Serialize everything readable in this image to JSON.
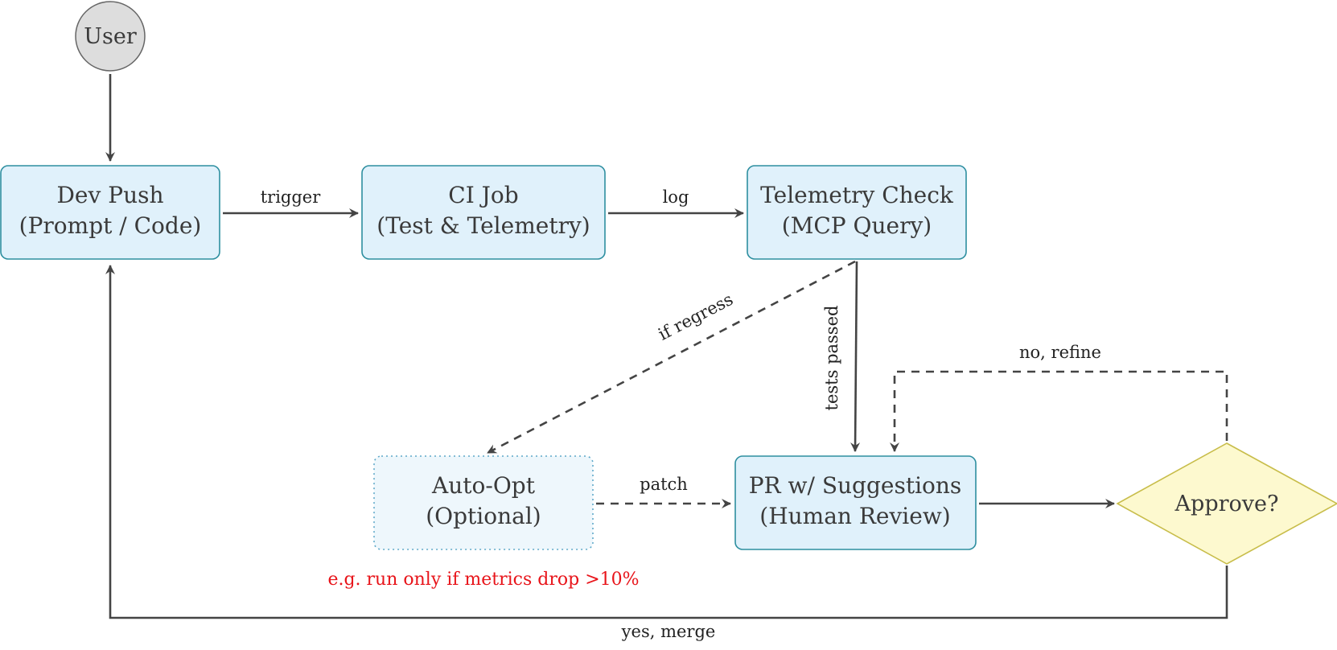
{
  "colors": {
    "box_fill": "#e0f1fb",
    "box_stroke": "#2e8fa0",
    "optional_fill": "#eef7fc",
    "optional_stroke": "#5fa9c9",
    "user_fill": "#dddddd",
    "user_stroke": "#666666",
    "decision_fill": "#fdf9cf",
    "decision_stroke": "#c8bd4a",
    "edge": "#444444",
    "note": "#e8141a"
  },
  "nodes": {
    "user": {
      "label": "User"
    },
    "dev_push": {
      "line1": "Dev Push",
      "line2": "(Prompt / Code)"
    },
    "ci_job": {
      "line1": "CI Job",
      "line2": "(Test & Telemetry)"
    },
    "telemetry": {
      "line1": "Telemetry Check",
      "line2": "(MCP Query)"
    },
    "auto_opt": {
      "line1": "Auto-Opt",
      "line2": "(Optional)"
    },
    "pr": {
      "line1": "PR w/ Suggestions",
      "line2": "(Human Review)"
    },
    "approve": {
      "label": "Approve?"
    }
  },
  "edges": {
    "trigger": "trigger",
    "log": "log",
    "if_regress": "if regress",
    "tests_passed": "tests passed",
    "patch": "patch",
    "no_refine": "no, refine",
    "yes_merge": "yes, merge"
  },
  "note": "e.g. run only if metrics drop >10%"
}
